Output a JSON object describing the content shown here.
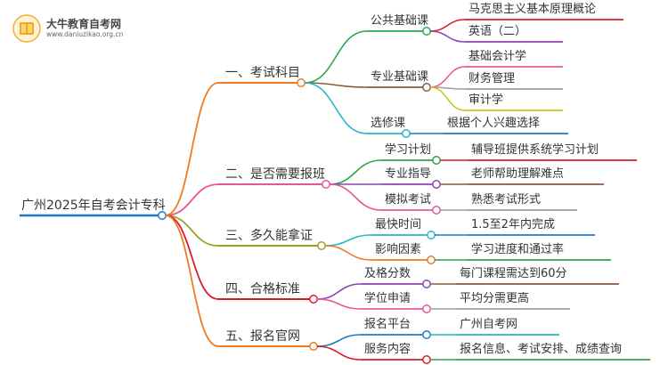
{
  "logo": {
    "title": "大牛教育自考网",
    "url": "www.daniuzikao.org.cn"
  },
  "root": "广州2025年自考会计专科",
  "categories": [
    {
      "label": "一、考试科目",
      "color": "#f07a20",
      "subs": [
        {
          "label": "公共基础课",
          "color": "#2aa64a",
          "leaves": [
            {
              "label": "马克思主义基本原理概论",
              "color": "#d81c2c"
            },
            {
              "label": "英语（二）",
              "color": "#8e44ad"
            }
          ]
        },
        {
          "label": "专业基础课",
          "color": "#8c5a3c",
          "leaves": [
            {
              "label": "基础会计学",
              "color": "#e8559a"
            },
            {
              "label": "财务管理",
              "color": "#9e9e9e"
            },
            {
              "label": "审计学",
              "color": "#c9c21a"
            }
          ]
        },
        {
          "label": "选修课",
          "color": "#22b8c8",
          "leaves": [
            {
              "label": "根据个人兴趣选择",
              "color": "#1f77c4"
            }
          ]
        }
      ]
    },
    {
      "label": "二、是否需要报班",
      "color": "#e8559a",
      "subs": [
        {
          "label": "学习计划",
          "color": "#2aa64a",
          "leaves": [
            {
              "label": "辅导班提供系统学习计划",
              "color": "#d81c2c"
            }
          ]
        },
        {
          "label": "专业指导",
          "color": "#8e44ad",
          "leaves": [
            {
              "label": "老师帮助理解难点",
              "color": "#8c5a3c"
            }
          ]
        },
        {
          "label": "模拟考试",
          "color": "#e8559a",
          "leaves": [
            {
              "label": "熟悉考试形式",
              "color": "#9e9e9e"
            }
          ]
        }
      ]
    },
    {
      "label": "三、多久能拿证",
      "color": "#9aa41c",
      "subs": [
        {
          "label": "最快时间",
          "color": "#22b8c8",
          "leaves": [
            {
              "label": "1.5至2年内完成",
              "color": "#1f77c4"
            }
          ]
        },
        {
          "label": "影响因素",
          "color": "#f07a20",
          "leaves": [
            {
              "label": "学习进度和通过率",
              "color": "#2aa64a"
            }
          ]
        }
      ]
    },
    {
      "label": "四、合格标准",
      "color": "#d81c2c",
      "subs": [
        {
          "label": "及格分数",
          "color": "#8e44ad",
          "leaves": [
            {
              "label": "每门课程需达到60分",
              "color": "#8c5a3c"
            }
          ]
        },
        {
          "label": "学位申请",
          "color": "#e8559a",
          "leaves": [
            {
              "label": "平均分需更高",
              "color": "#9e9e9e"
            }
          ]
        }
      ]
    },
    {
      "label": "五、报名官网",
      "color": "#f07a20",
      "subs": [
        {
          "label": "报名平台",
          "color": "#1f77c4",
          "leaves": [
            {
              "label": "广州自考网",
              "color": "#22b8c8"
            }
          ]
        },
        {
          "label": "服务内容",
          "color": "#d81c2c",
          "leaves": [
            {
              "label": "报名信息、考试安排、成绩查询",
              "color": "#2aa64a"
            }
          ]
        }
      ]
    }
  ]
}
